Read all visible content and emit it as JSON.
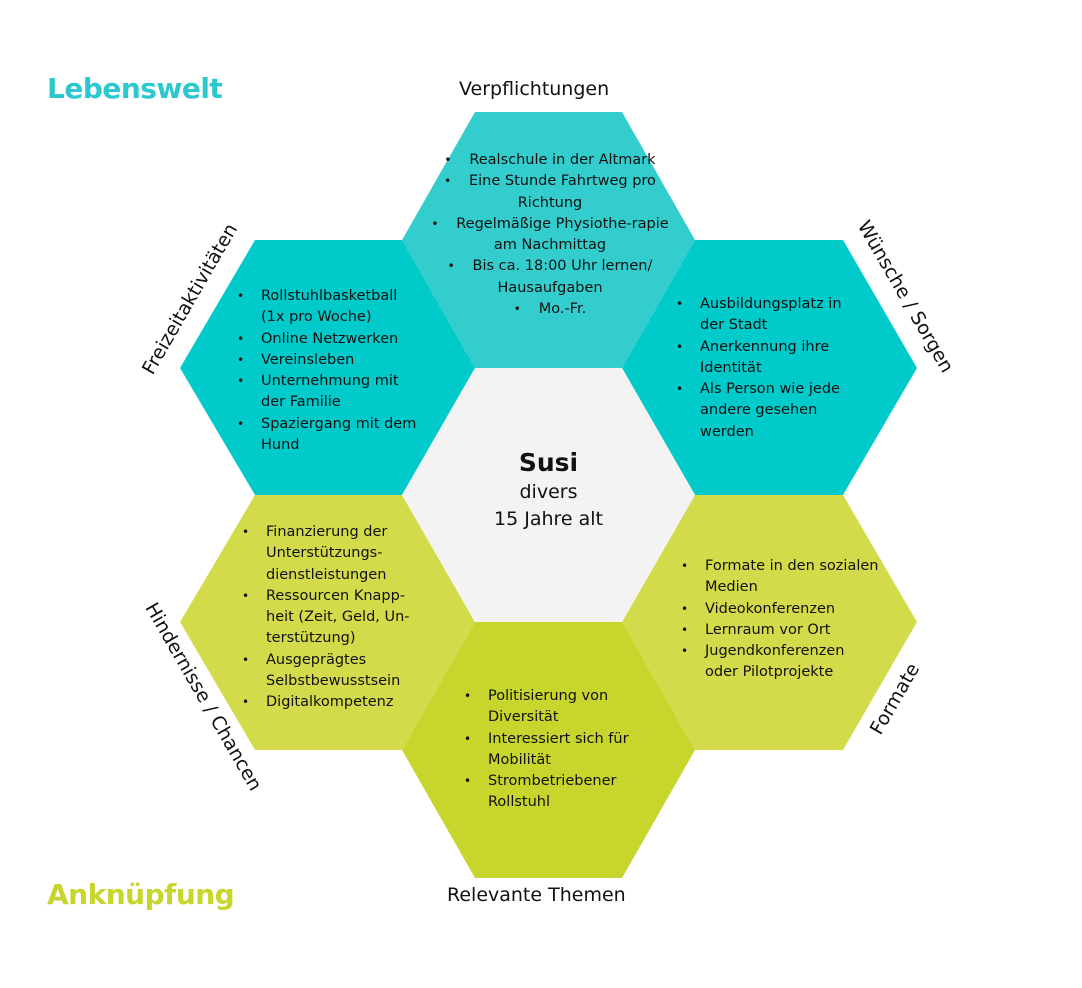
{
  "titles": {
    "top": "Lebenswelt",
    "bottom": "Anknüpfung"
  },
  "colors": {
    "teal": "#00CACA",
    "teal_light": "#33CDCD",
    "lime": "#D3DB4A",
    "lime_dark": "#C8D52D",
    "center": "#F3F3F3",
    "title_top": "#2CC8CF",
    "title_bottom": "#C8D52D"
  },
  "person": {
    "name": "Susi",
    "gender": "divers",
    "age": "15 Jahre alt"
  },
  "sections": {
    "verpflichtungen": {
      "label": "Verpflichtungen",
      "items": [
        "Realschule in der Altmark",
        "Eine Stunde Fahrtweg pro Richtung",
        "Regelmäßige Physiothe-rapie am Nachmittag",
        "Bis ca. 18:00 Uhr lernen/ Hausaufgaben",
        "Mo.-Fr."
      ]
    },
    "freizeit": {
      "label": "Freizeitaktivitäten",
      "items": [
        "Rollstuhlbasketball (1x pro Woche)",
        "Online Netzwerken",
        "Vereinsleben",
        "Unternehmung mit der Familie",
        "Spaziergang mit dem Hund"
      ]
    },
    "wuensche": {
      "label": "Wünsche / Sorgen",
      "items": [
        "Ausbildungsplatz in der Stadt",
        "Anerkennung ihre Identität",
        "Als Person wie jede andere gesehen werden"
      ]
    },
    "hindernisse": {
      "label": "Hindernisse / Chancen",
      "items": [
        "Finanzierung der Unterstützungs-dienstleistungen",
        "Ressourcen Knapp-heit (Zeit, Geld, Un-terstützung)",
        "Ausgeprägtes Selbstbewusstsein",
        "Digitalkompetenz"
      ]
    },
    "formate": {
      "label": "Formate",
      "items": [
        "Formate in den sozialen Medien",
        "Videokonferenzen",
        "Lernraum vor Ort",
        "Jugendkonferenzen oder Pilotprojekte"
      ]
    },
    "themen": {
      "label": "Relevante Themen",
      "items": [
        "Politisierung von Diversität",
        "Interessiert sich für Mobilität",
        "Strombetriebener Rollstuhl"
      ]
    }
  }
}
